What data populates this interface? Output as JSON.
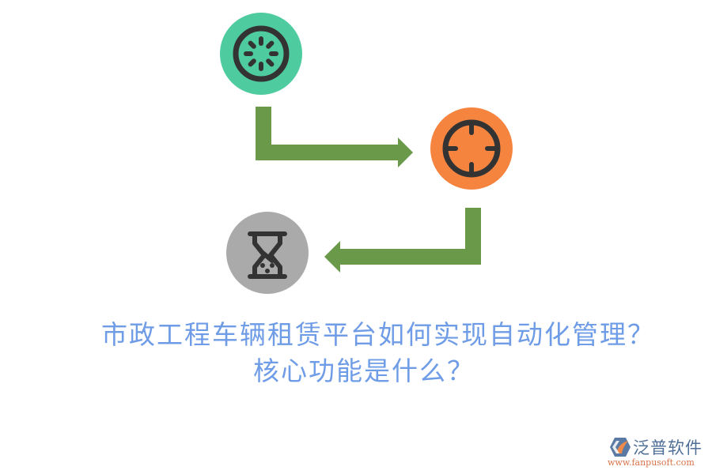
{
  "diagram": {
    "type": "process-flow",
    "steps": [
      {
        "id": "step-1",
        "icon": "loading-spinner-icon",
        "color": "#4ecb9f",
        "icon_color": "#333333"
      },
      {
        "id": "step-2",
        "icon": "crosshair-target-icon",
        "color": "#f5843f",
        "icon_color": "#333333"
      },
      {
        "id": "step-3",
        "icon": "hourglass-icon",
        "color": "#aaaaaa",
        "icon_color": "#333333"
      }
    ],
    "connectors": [
      {
        "from": "step-1",
        "to": "step-2",
        "shape": "elbow-arrow-right",
        "color": "#6a994a"
      },
      {
        "from": "step-2",
        "to": "step-3",
        "shape": "elbow-arrow-left",
        "color": "#6a994a"
      }
    ]
  },
  "title": {
    "line1": "市政工程车辆租赁平台如何实现自动化管理？",
    "line2": "核心功能是什么？",
    "color": "#6f9ce6"
  },
  "logo": {
    "name": "泛普软件",
    "url": "www.fanpusoft.com"
  }
}
